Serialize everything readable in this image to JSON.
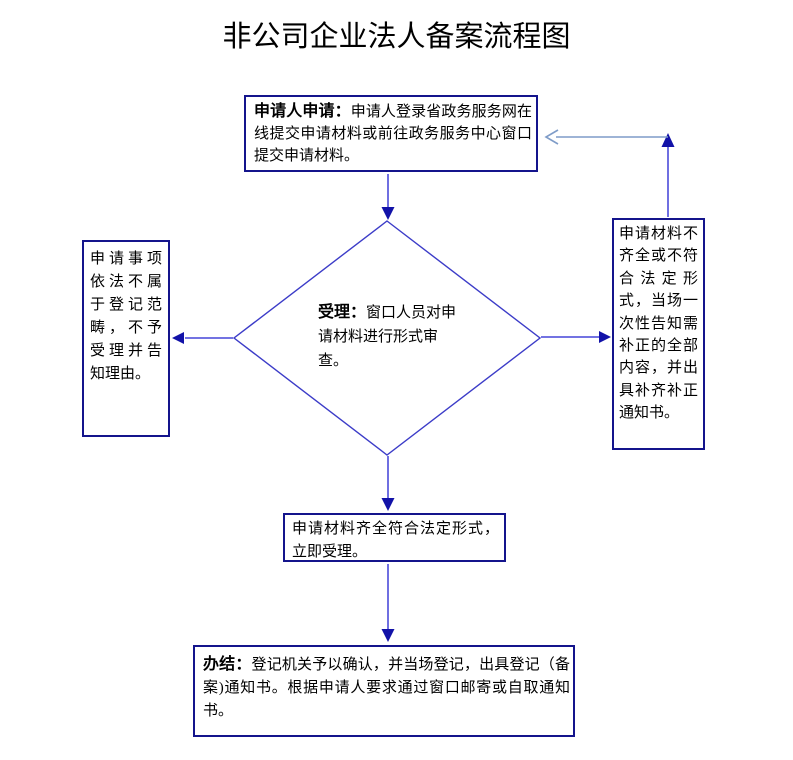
{
  "title": "非公司企业法人备案流程图",
  "flow": {
    "apply": {
      "lead": "申请人申请：",
      "body": "申请人登录省政务服务网在线提交申请材料或前往政务服务中心窗口提交申请材料。"
    },
    "review": {
      "lead": "受理：",
      "body": "窗口人员对申请材料进行形式审查。"
    },
    "reject": {
      "body": "申请事项依法不属于登记范畴，不予受理并告知理由。"
    },
    "supplement": {
      "body": "申请材料不齐全或不符合法定形式，当场一次性告知需补正的全部内容，并出具补齐补正通知书。"
    },
    "accepted": {
      "body": "申请材料齐全符合法定形式，立即受理。"
    },
    "finish": {
      "lead": "办结：",
      "body": "登记机关予以确认，并当场登记，出具登记（备案)通知书。根据申请人要求通过窗口邮寄或自取通知书。"
    }
  },
  "colors": {
    "box_border": "#14148c",
    "diamond_border": "#3c3cc8",
    "arrow_line": "#5f5fde",
    "arrow_head": "#1212a8",
    "feedback_line": "#7f9cc8",
    "text": "#000000",
    "background": "#ffffff"
  }
}
